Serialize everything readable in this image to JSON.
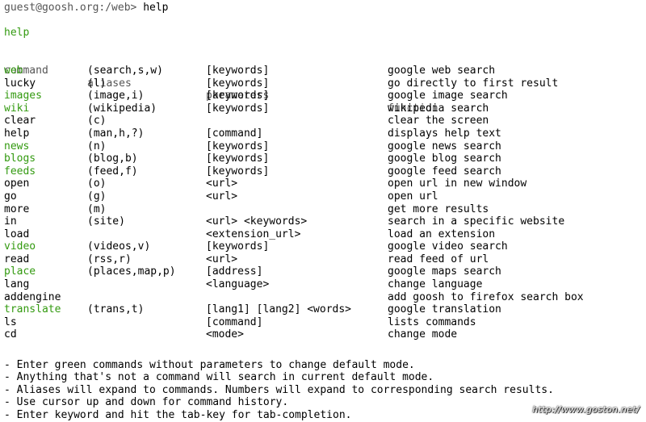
{
  "prompt": {
    "text": "guest@goosh.org:/web>",
    "command": "help"
  },
  "section_title": "help",
  "table": {
    "headers": [
      "command",
      "aliases",
      "parameters",
      "function"
    ],
    "rows": [
      {
        "command": "web",
        "green": true,
        "aliases": "(search,s,w)",
        "parameters": "[keywords]",
        "function": "google web search"
      },
      {
        "command": "lucky",
        "green": false,
        "aliases": "(l)",
        "parameters": "[keywords]",
        "function": "go directly to first result"
      },
      {
        "command": "images",
        "green": true,
        "aliases": "(image,i)",
        "parameters": "[keywords]",
        "function": "google image search"
      },
      {
        "command": "wiki",
        "green": true,
        "aliases": "(wikipedia)",
        "parameters": "[keywords]",
        "function": "wikipedia search"
      },
      {
        "command": "clear",
        "green": false,
        "aliases": "(c)",
        "parameters": "",
        "function": "clear the screen"
      },
      {
        "command": "help",
        "green": false,
        "aliases": "(man,h,?)",
        "parameters": "[command]",
        "function": "displays help text"
      },
      {
        "command": "news",
        "green": true,
        "aliases": "(n)",
        "parameters": "[keywords]",
        "function": "google news search"
      },
      {
        "command": "blogs",
        "green": true,
        "aliases": "(blog,b)",
        "parameters": "[keywords]",
        "function": "google blog search"
      },
      {
        "command": "feeds",
        "green": true,
        "aliases": "(feed,f)",
        "parameters": "[keywords]",
        "function": "google feed search"
      },
      {
        "command": "open",
        "green": false,
        "aliases": "(o)",
        "parameters": "<url>",
        "function": "open url in new window"
      },
      {
        "command": "go",
        "green": false,
        "aliases": "(g)",
        "parameters": "<url>",
        "function": "open url"
      },
      {
        "command": "more",
        "green": false,
        "aliases": "(m)",
        "parameters": "",
        "function": "get more results"
      },
      {
        "command": "in",
        "green": false,
        "aliases": "(site)",
        "parameters": "<url> <keywords>",
        "function": "search in a specific website"
      },
      {
        "command": "load",
        "green": false,
        "aliases": "",
        "parameters": "<extension_url>",
        "function": "load an extension"
      },
      {
        "command": "video",
        "green": true,
        "aliases": "(videos,v)",
        "parameters": "[keywords]",
        "function": "google video search"
      },
      {
        "command": "read",
        "green": false,
        "aliases": "(rss,r)",
        "parameters": "<url>",
        "function": "read feed of url"
      },
      {
        "command": "place",
        "green": true,
        "aliases": "(places,map,p)",
        "parameters": "[address]",
        "function": "google maps search"
      },
      {
        "command": "lang",
        "green": false,
        "aliases": "",
        "parameters": "<language>",
        "function": "change language"
      },
      {
        "command": "addengine",
        "green": false,
        "aliases": "",
        "parameters": "",
        "function": "add goosh to firefox search box"
      },
      {
        "command": "translate",
        "green": true,
        "aliases": "(trans,t)",
        "parameters": "[lang1] [lang2] <words>",
        "function": "google translation"
      },
      {
        "command": "ls",
        "green": false,
        "aliases": "",
        "parameters": "[command]",
        "function": "lists commands"
      },
      {
        "command": "cd",
        "green": false,
        "aliases": "",
        "parameters": "<mode>",
        "function": "change mode"
      }
    ]
  },
  "notes": [
    "- Enter green commands without parameters to change default mode.",
    "- Anything that's not a command will search in current default mode.",
    "- Aliases will expand to commands. Numbers will expand to corresponding search results.",
    "- Use cursor up and down for command history.",
    "- Enter keyword and hit the tab-key for tab-completion."
  ],
  "watermark": "http://www.goston.net/",
  "colors": {
    "green": "#339a10",
    "header_gray": "#555555",
    "text": "#000000",
    "background": "#ffffff"
  }
}
